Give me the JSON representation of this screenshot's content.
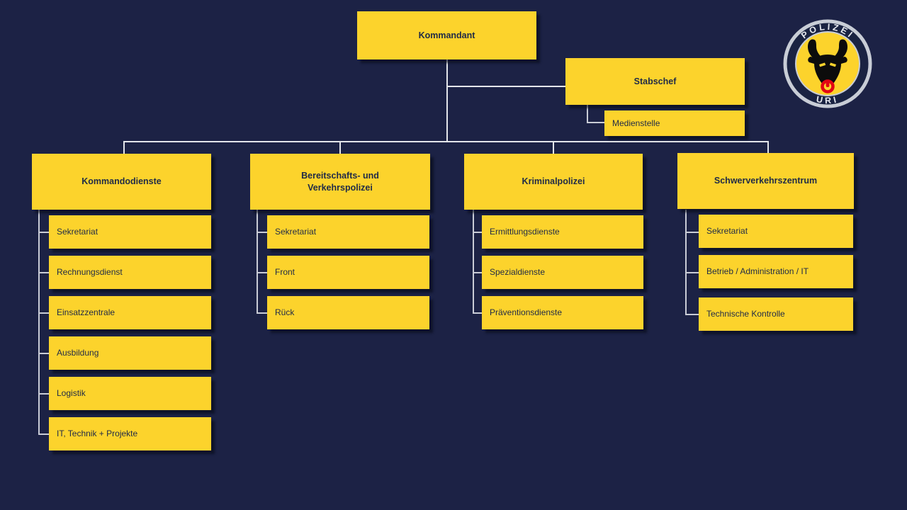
{
  "colors": {
    "background": "#1c2245",
    "box_fill": "#FCD32C",
    "box_text": "#1f2a47",
    "connector": "#e3e5ea",
    "logo_ring_silver": "#c8cdd6",
    "logo_ring_navy": "#1a2342",
    "logo_bull_black": "#0c0c0c",
    "logo_nose_ring_red": "#e20613"
  },
  "org": {
    "root": {
      "label": "Kommandant"
    },
    "staff": {
      "label": "Stabschef",
      "child": {
        "label": "Medienstelle"
      }
    },
    "departments": [
      {
        "label": "Kommandodienste",
        "children": [
          "Sekretariat",
          "Rechnungsdienst",
          "Einsatzzentrale",
          "Ausbildung",
          "Logistik",
          "IT, Technik + Projekte"
        ]
      },
      {
        "label": "Bereitschafts- und Verkehrspolizei",
        "children": [
          "Sekretariat",
          "Front",
          "Rück"
        ]
      },
      {
        "label": "Kriminalpolizei",
        "children": [
          "Ermittlungsdienste",
          "Spezialdienste",
          "Präventionsdienste"
        ]
      },
      {
        "label": "Schwerverkehrszentrum",
        "children": [
          "Sekretariat",
          "Betrieb / Administration / IT",
          "Technische Kontrolle"
        ]
      }
    ]
  },
  "logo": {
    "top_text": "POLIZEI",
    "bottom_text": "URI"
  }
}
